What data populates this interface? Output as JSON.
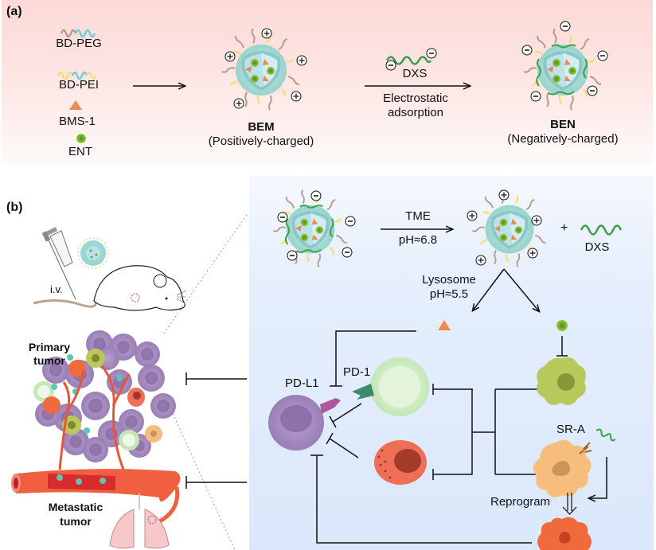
{
  "panel_a": {
    "label": "(a)",
    "legend": [
      {
        "name": "BD-PEG",
        "icon": "peg-chain-icon"
      },
      {
        "name": "BD-PEI",
        "icon": "pei-chain-icon"
      },
      {
        "name": "BMS-1",
        "icon": "triangle-icon"
      },
      {
        "name": "ENT",
        "icon": "green-dot-icon"
      }
    ],
    "bem": {
      "name": "BEM",
      "desc": "(Positively-charged)"
    },
    "dxs_label": "DXS",
    "step_label_line1": "Electrostatic",
    "step_label_line2": "adsorption",
    "ben": {
      "name": "BEN",
      "desc": "(Negatively-charged)"
    }
  },
  "panel_b": {
    "label": "(b)",
    "iv_label": "i.v.",
    "primary_tumor": [
      "Primary",
      "tumor"
    ],
    "metastatic_tumor": [
      "Metastatic",
      "tumor"
    ],
    "tme_label": "TME",
    "tme_ph": "pH≈6.8",
    "plus_sign": "+",
    "dxs_label": "DXS",
    "lysosome_label": "Lysosome",
    "lysosome_ph": "pH≈5.5",
    "pdl1_label": "PD-L1",
    "pd1_label": "PD-1",
    "sra_label": "SR-A",
    "reprogram_label": "Reprogram"
  },
  "colors": {
    "panel_a_bg": "#fcd9d6",
    "panel_b_bg": "#dbe8fb",
    "particle_shell": "#a9dcd3",
    "particle_core": "#b5e0ea",
    "bms1": "#ef8a4e",
    "ent": "#6aa52a",
    "peg": "#b89a8c",
    "pei": "#f1e07a",
    "dxs": "#3aa048",
    "tumor_cell": "#a78bbf",
    "t_cell": "#b4e5a8",
    "macrophage_m1": "#f06a3e",
    "macrophage_m2": "#f6bd7c",
    "mdsc": "#b8c85a",
    "treg": "#ef6f56"
  }
}
